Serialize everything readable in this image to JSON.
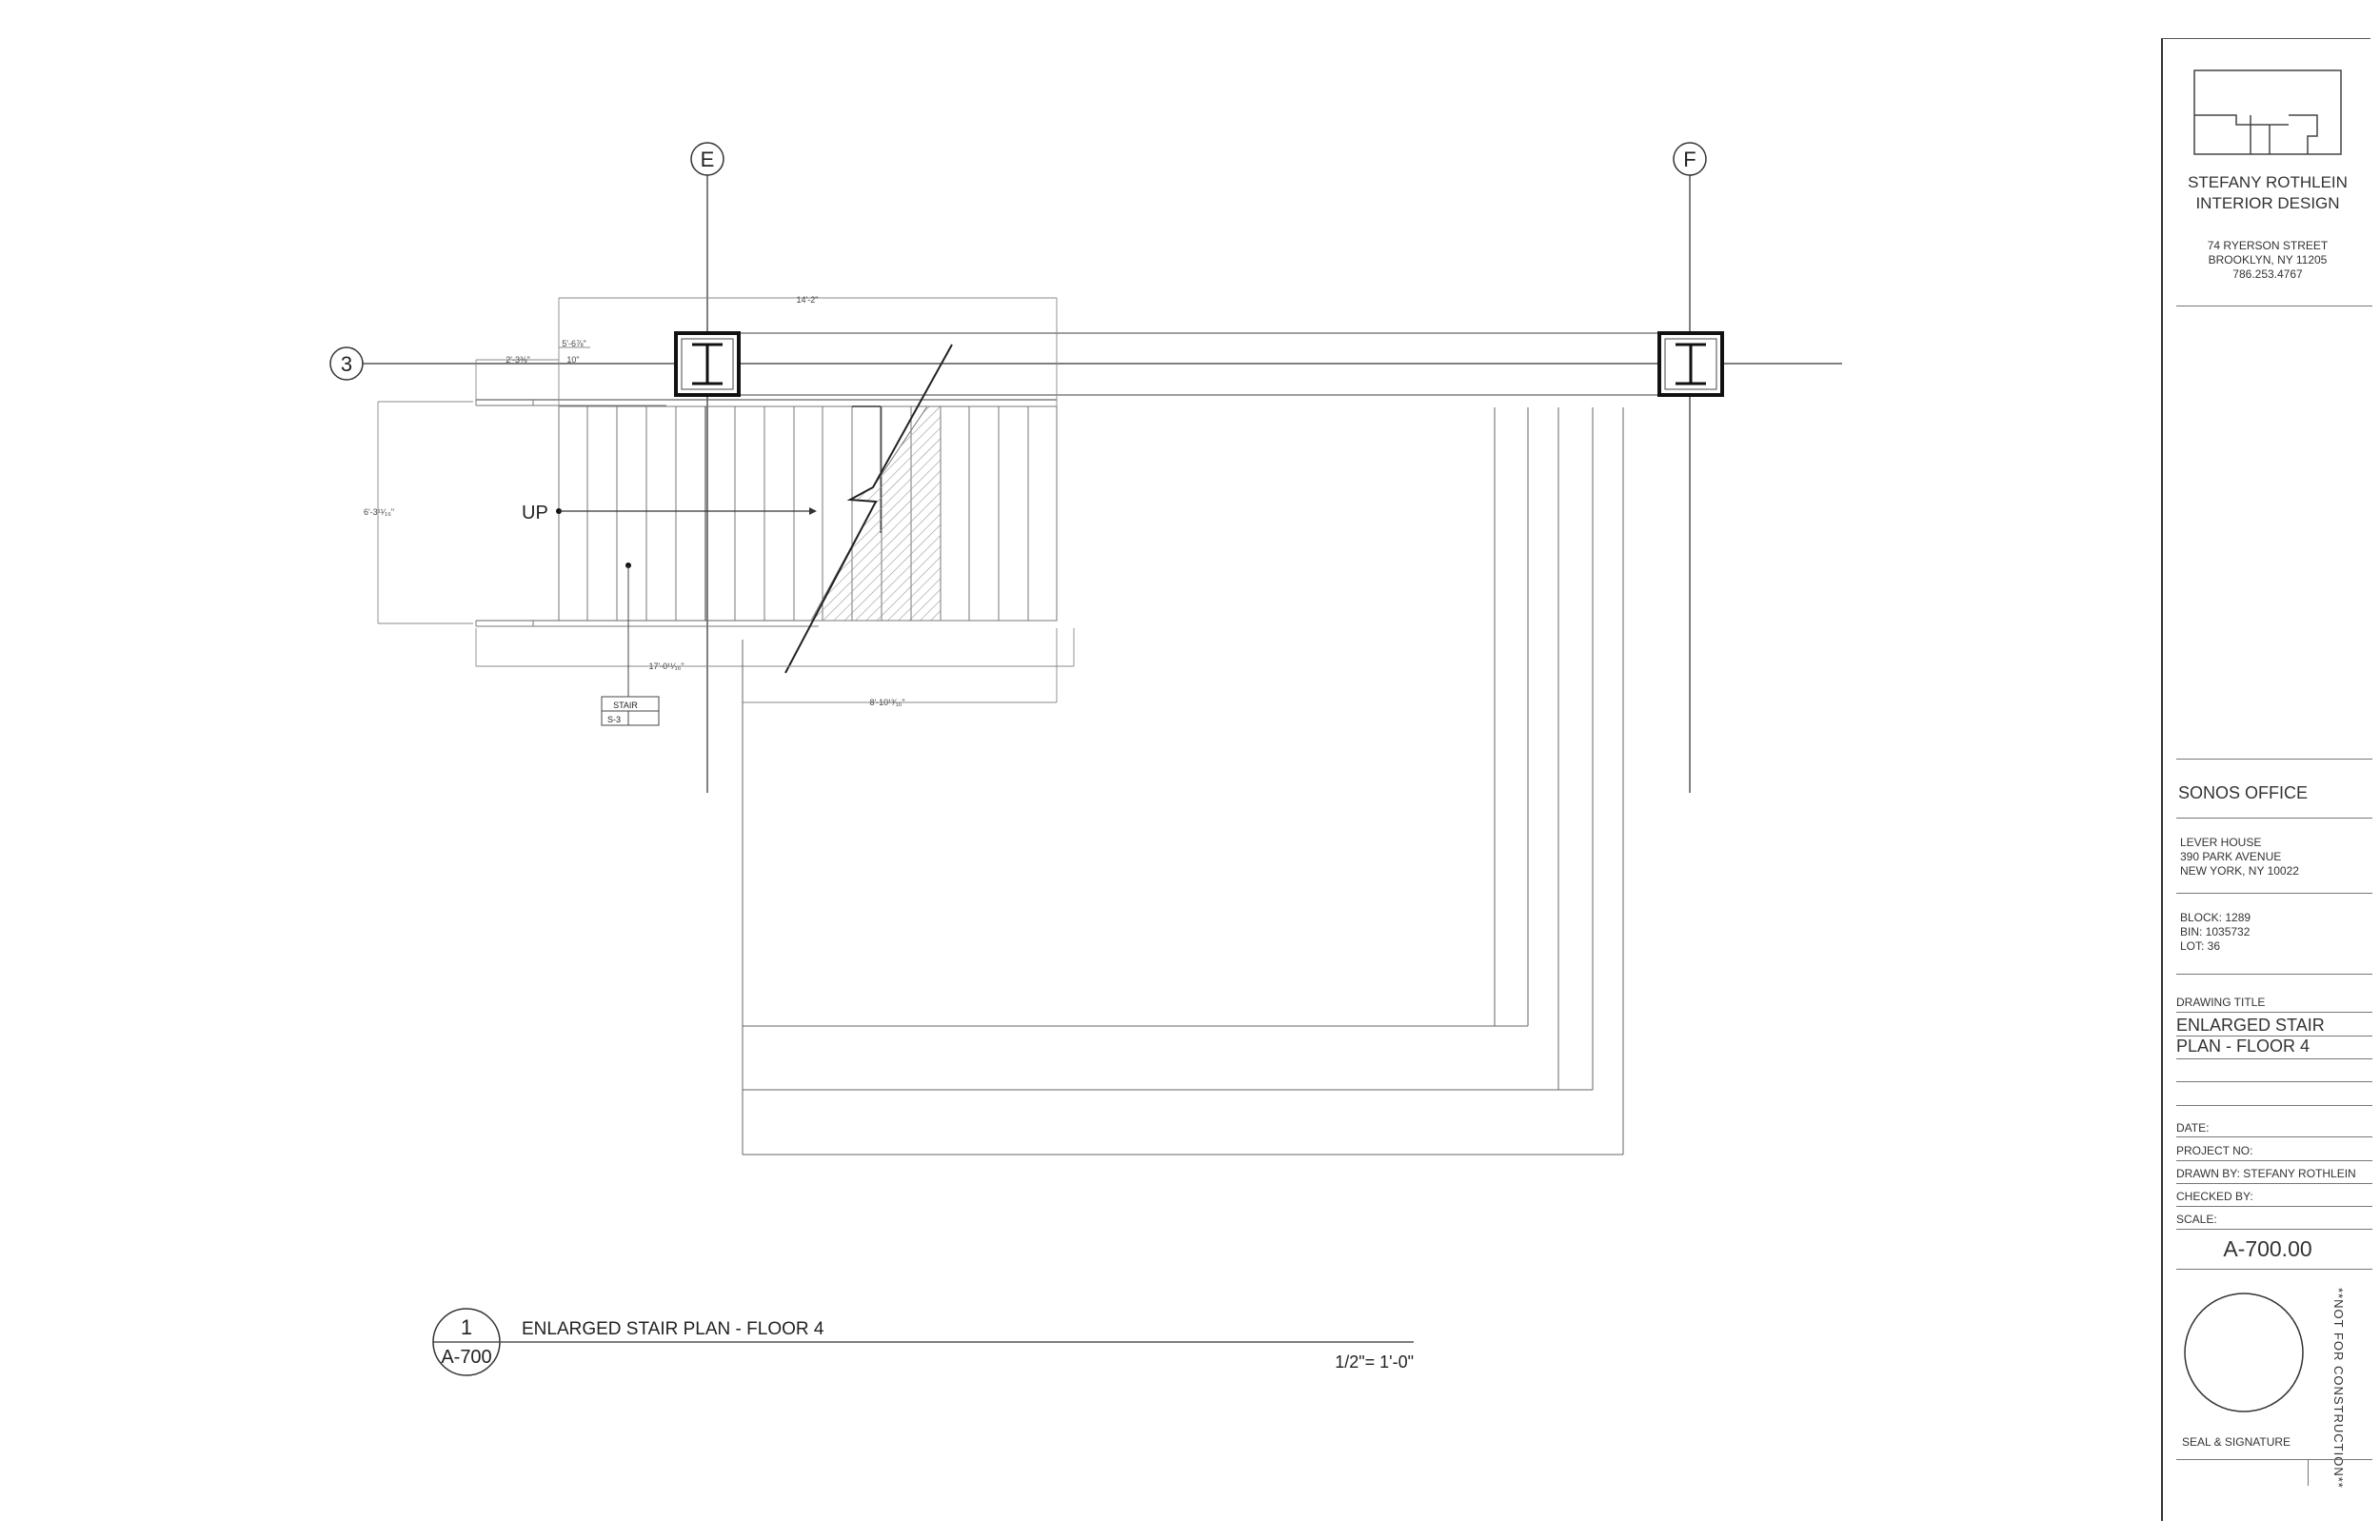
{
  "plan": {
    "grid_labels": {
      "e": "E",
      "f": "F",
      "row3": "3"
    },
    "up_label": "UP",
    "dimensions": {
      "top_width": "14'-2\"",
      "d1": "5'-6⅞\"",
      "d2": "2'-3⅜\"",
      "d3": "10\"",
      "height": "6'-3¹¹⁄₁₆\"",
      "bottom_length": "17'-0¹¹⁄₁₆\"",
      "landing": "8'-10¹³⁄₁₆\""
    },
    "tag": {
      "title": "STAIR",
      "code": "S-3"
    }
  },
  "view": {
    "number": "1",
    "sheet": "A-700",
    "title": "ENLARGED STAIR PLAN - FLOOR 4",
    "scale": "1/2\"= 1'-0\""
  },
  "title_block": {
    "firm_name_line1": "STEFANY ROTHLEIN",
    "firm_name_line2": "INTERIOR DESIGN",
    "address_line1": "74 RYERSON STREET",
    "address_line2": "BROOKLYN, NY 11205",
    "phone": "786.253.4767",
    "project_name": "SONOS OFFICE",
    "project_addr1": "LEVER HOUSE",
    "project_addr2": "390 PARK AVENUE",
    "project_addr3": "NEW YORK, NY 10022",
    "block": "BLOCK: 1289",
    "bin": "BIN: 1035732",
    "lot": "LOT: 36",
    "drawing_title_label": "DRAWING TITLE",
    "drawing_title_line1": "ENLARGED STAIR",
    "drawing_title_line2": "PLAN - FLOOR 4",
    "date_label": "DATE:",
    "project_no_label": "PROJECT NO:",
    "drawn_by": "DRAWN BY: STEFANY ROTHLEIN",
    "checked_by_label": "CHECKED BY:",
    "scale_label": "SCALE:",
    "sheet_number": "A-700.00",
    "not_for_construction": "**NOT FOR CONSTRUCTION**",
    "seal_label": "SEAL & SIGNATURE"
  },
  "colors": {
    "line": "#555555",
    "heavy": "#222222",
    "hatch": "#999999"
  }
}
